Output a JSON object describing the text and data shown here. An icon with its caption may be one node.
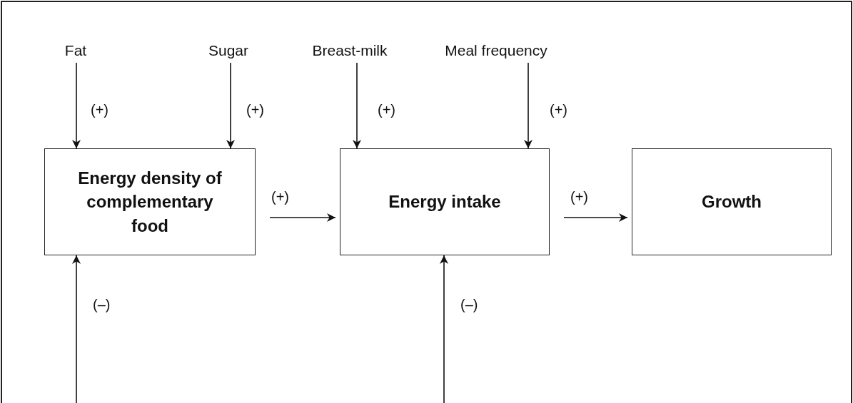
{
  "diagram": {
    "nodes": [
      {
        "text": [
          "Fat"
        ]
      },
      {
        "text": [
          "Sugar"
        ]
      },
      {
        "text": [
          "Breast-milk"
        ]
      },
      {
        "text": [
          "Meal frequency"
        ]
      },
      {
        "text": [
          "Energy density of complementary food"
        ]
      },
      {
        "text": [
          "Energy intake"
        ]
      },
      {
        "text": [
          "Growth"
        ]
      }
    ],
    "edges": [
      {
        "from": 0,
        "to": 4,
        "arrow": "to",
        "label": "(+)"
      },
      {
        "from": 1,
        "to": 4,
        "arrow": "to",
        "label": "(+)"
      },
      {
        "from": 2,
        "to": 5,
        "arrow": "to",
        "label": "(+)"
      },
      {
        "from": 3,
        "to": 5,
        "arrow": "to",
        "label": "(+)"
      },
      {
        "from": 4,
        "to": 5,
        "arrow": "to",
        "label": "(+)"
      },
      {
        "from": 5,
        "to": 6,
        "arrow": "to",
        "label": "(+)"
      },
      {
        "from": null,
        "to": 4,
        "arrow": "to",
        "label": "(–)"
      },
      {
        "from": null,
        "to": 5,
        "arrow": "to",
        "label": "(–)"
      }
    ]
  }
}
